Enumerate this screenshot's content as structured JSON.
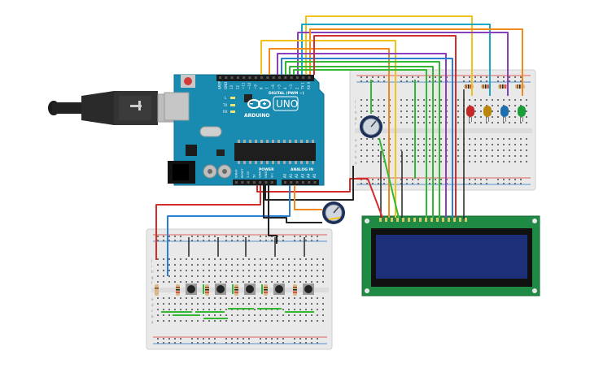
{
  "board": {
    "brand": "ARDUINO",
    "model": "UNO",
    "digital_label": "DIGITAL (PWM ~)",
    "power_label": "POWER",
    "analog_label": "ANALOG IN",
    "tx_label": "TX",
    "rx_label": "RX",
    "l_label": "L",
    "digital_pins": [
      "AREF",
      "GND",
      "13",
      "12",
      "~11",
      "~10",
      "~9",
      "8",
      "7",
      "~6",
      "~5",
      "4",
      "~3",
      "2",
      "TX 1",
      "RX 0"
    ],
    "power_pins": [
      "IOREF",
      "RESET",
      "3.3V",
      "5V",
      "GND",
      "GND",
      "Vin"
    ],
    "analog_pins": [
      "A0",
      "A1",
      "A2",
      "A3",
      "A4",
      "A5"
    ]
  },
  "breadboard": {
    "row_letters": [
      "a",
      "b",
      "c",
      "d",
      "e",
      "f",
      "g",
      "h",
      "i",
      "j"
    ]
  },
  "leds": [
    "red",
    "yellow",
    "blue",
    "green"
  ],
  "colors": {
    "board": "#1a8bb0",
    "breadboard": "#e9e9e9",
    "lcd_pcb": "#1e8a44",
    "lcd_screen": "#1c2f78",
    "wire_red": "#d42b2b",
    "wire_black": "#222222",
    "wire_blue": "#2a7fd4",
    "wire_yellow": "#f0c21a",
    "wire_orange": "#f08a1a",
    "wire_green": "#34b834",
    "wire_purple": "#8a3fbf",
    "wire_teal": "#1aa6c8"
  }
}
